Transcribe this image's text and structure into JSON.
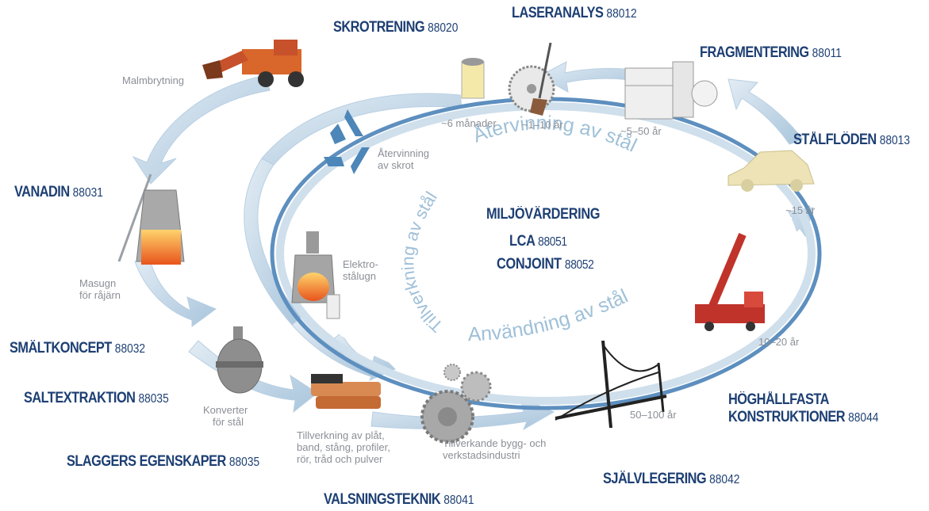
{
  "projects": {
    "skrotrening": {
      "name": "SKROTRENING",
      "code": "88020"
    },
    "laseranalys": {
      "name": "LASERANALYS",
      "code": "88012"
    },
    "fragmentering": {
      "name": "FRAGMENTERING",
      "code": "88011"
    },
    "stalfloden": {
      "name": "STÅLFLÖDEN",
      "code": "88013"
    },
    "vanadin": {
      "name": "VANADIN",
      "code": "88031"
    },
    "smaltkoncept": {
      "name": "SMÄLTKONCEPT",
      "code": "88032"
    },
    "saltextraktion": {
      "name": "SALTEXTRAKTION",
      "code": "88035"
    },
    "slaggers": {
      "name": "SLAGGERS EGENSKAPER",
      "code": "88035"
    },
    "valsningsteknik": {
      "name": "VALSNINGSTEKNIK",
      "code": "88041"
    },
    "sjalvlegering": {
      "name": "SJÄLVLEGERING",
      "code": "88042"
    },
    "hoghallfasta": {
      "name_line1": "HÖGHÅLLFASTA",
      "name_line2": "KONSTRUKTIONER",
      "code": "88044"
    }
  },
  "center": {
    "title": "MILJÖVÄRDERING",
    "lca": {
      "name": "LCA",
      "code": "88051"
    },
    "conjoint": {
      "name": "CONJOINT",
      "code": "88052"
    }
  },
  "arc_labels": {
    "recycling": "Återvinning av stål",
    "use": "Användning av stål",
    "manufacturing": "Tillverkning av stål"
  },
  "captions": {
    "malmbrytning": "Malmbrytning",
    "masugn_1": "Masugn",
    "masugn_2": "för råjärn",
    "konverter_1": "Konverter",
    "konverter_2": "för stål",
    "tillverkning_1": "Tillverkning av plåt,",
    "tillverkning_2": "band, stång, profiler,",
    "tillverkning_3": "rör, tråd och pulver",
    "industri_1": "Tillverkande bygg- och",
    "industri_2": "verkstadsindustri",
    "atervinning_1": "Återvinning",
    "atervinning_2": "av skrot",
    "elektro_1": "Elektro-",
    "elektro_2": "stålugn",
    "t_6man": "~6 månader",
    "t_1_10": "~1–10 år",
    "t_5_50": "~5–50 år",
    "t_15": "~15 år",
    "t_10_20": "10–20 år",
    "t_50_100": "50–100 år"
  },
  "colors": {
    "project_text": "#1d3f73",
    "caption_text": "#8a8f96",
    "arc_text": "#9fc0d8",
    "arrow_fill": "#c3d6e6",
    "arrow_dark": "#4f86b3"
  },
  "icons": [
    "excavator-icon",
    "recycle-icon",
    "blast-furnace-icon",
    "electric-arc-furnace-icon",
    "converter-icon",
    "steel-products-icon",
    "gears-icon",
    "bridge-icon",
    "crane-truck-icon",
    "car-body-icon",
    "appliances-icon",
    "saw-blade-icon",
    "shovel-icon",
    "paint-can-icon"
  ]
}
